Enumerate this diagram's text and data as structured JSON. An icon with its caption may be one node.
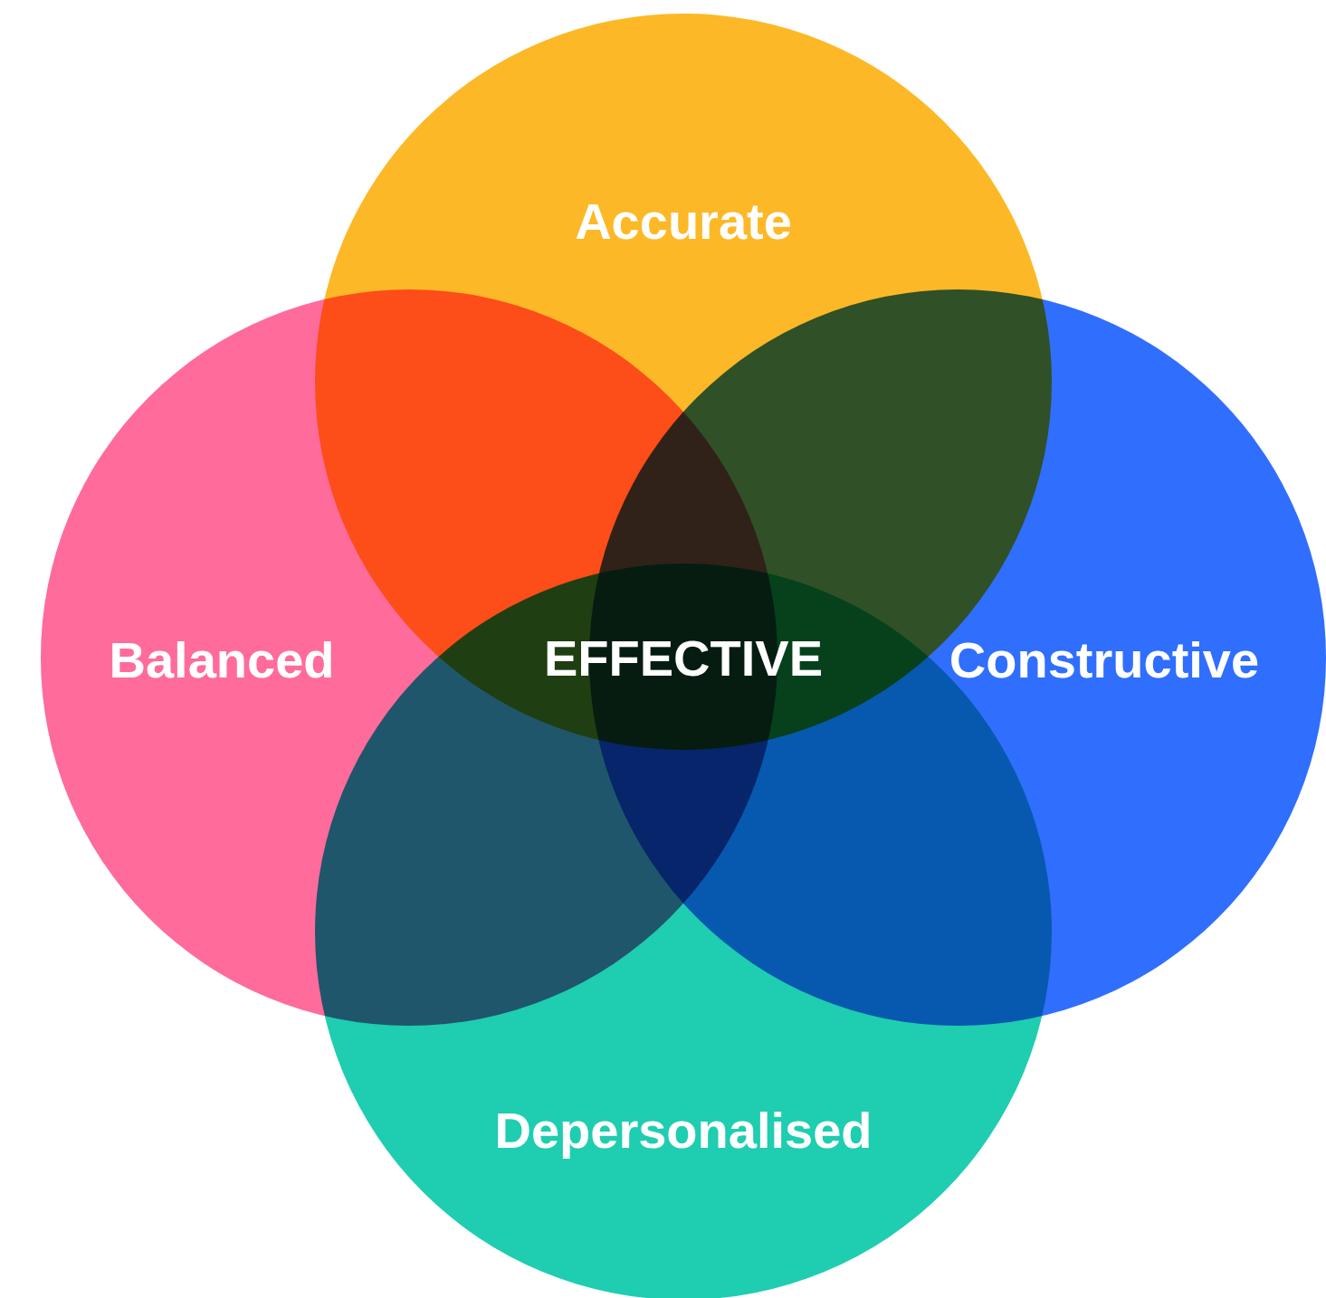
{
  "diagram": {
    "nodes": [
      {
        "text": [
          "Accurate"
        ]
      },
      {
        "text": [
          "Balanced"
        ]
      },
      {
        "text": [
          "Constructive"
        ]
      },
      {
        "text": [
          "Depersonalised"
        ]
      }
    ],
    "labels": [
      "EFFECTIVE"
    ]
  }
}
